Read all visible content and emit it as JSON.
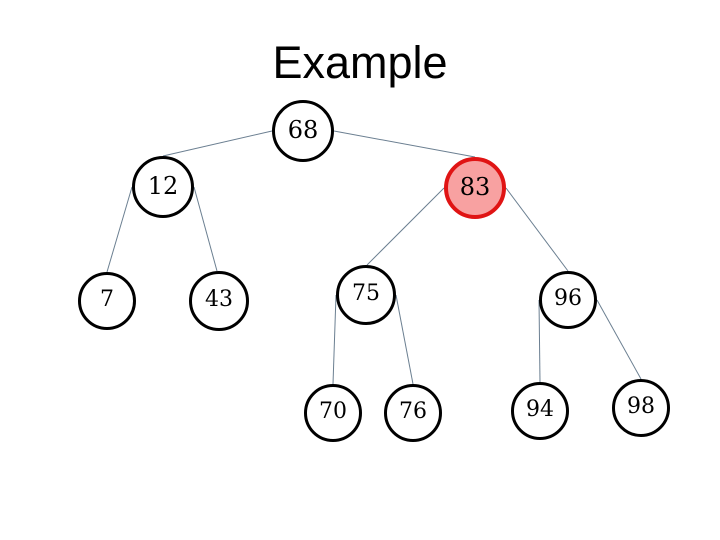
{
  "slide": {
    "title": "Example"
  },
  "theme": {
    "background": "#ffffff",
    "title_color": "#000000",
    "edge_color": "#6b7f91",
    "node_fill": "#ffffff",
    "node_stroke": "#000000",
    "node_text": "#000000",
    "highlight_fill": "#f8a1a1",
    "highlight_stroke": "#e01414"
  },
  "tree": {
    "nodes": [
      {
        "value": "68",
        "highlighted": false
      },
      {
        "value": "12",
        "highlighted": false
      },
      {
        "value": "83",
        "highlighted": true
      },
      {
        "value": "7",
        "highlighted": false
      },
      {
        "value": "43",
        "highlighted": false
      },
      {
        "value": "75",
        "highlighted": false
      },
      {
        "value": "96",
        "highlighted": false
      },
      {
        "value": "70",
        "highlighted": false
      },
      {
        "value": "76",
        "highlighted": false
      },
      {
        "value": "94",
        "highlighted": false
      },
      {
        "value": "98",
        "highlighted": false
      }
    ],
    "edges": [
      {
        "from": "68",
        "to": "12"
      },
      {
        "from": "68",
        "to": "83"
      },
      {
        "from": "12",
        "to": "7"
      },
      {
        "from": "12",
        "to": "43"
      },
      {
        "from": "83",
        "to": "75"
      },
      {
        "from": "83",
        "to": "96"
      },
      {
        "from": "75",
        "to": "70"
      },
      {
        "from": "75",
        "to": "76"
      },
      {
        "from": "96",
        "to": "94"
      },
      {
        "from": "96",
        "to": "98"
      }
    ]
  }
}
